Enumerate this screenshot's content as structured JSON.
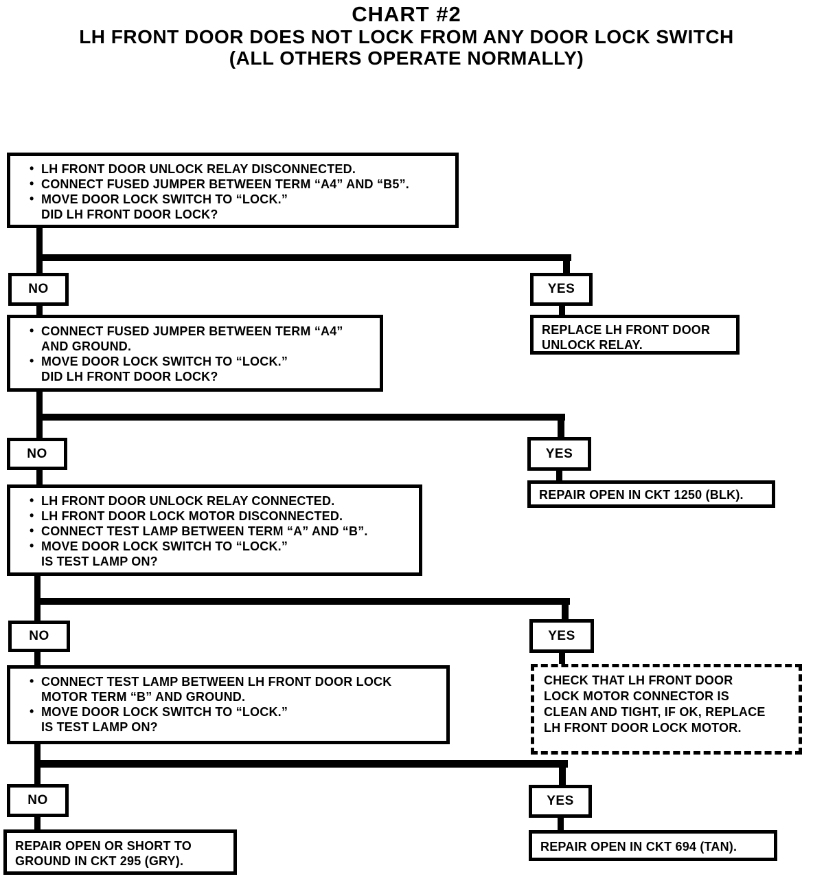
{
  "colors": {
    "ink": "#000000",
    "paper": "#ffffff"
  },
  "glyphs": {
    "bullet": "•"
  },
  "title": {
    "line1": "CHART #2",
    "line2": "LH FRONT DOOR DOES NOT LOCK FROM ANY DOOR LOCK SWITCH",
    "line3": "(ALL OTHERS OPERATE NORMALLY)"
  },
  "labels": {
    "no": "NO",
    "yes": "YES"
  },
  "flow": {
    "step1": {
      "lines": [
        "LH FRONT DOOR UNLOCK RELAY DISCONNECTED.",
        "CONNECT FUSED JUMPER BETWEEN TERM “A4” AND “B5”.",
        "MOVE DOOR LOCK SWITCH TO “LOCK.”"
      ],
      "question": "DID LH FRONT DOOR LOCK?"
    },
    "step2": {
      "lines": [
        "CONNECT FUSED JUMPER BETWEEN TERM “A4” AND GROUND.",
        "MOVE DOOR LOCK SWITCH TO “LOCK.”"
      ],
      "question": "DID LH FRONT DOOR LOCK?"
    },
    "step3": {
      "lines": [
        "LH FRONT DOOR UNLOCK RELAY CONNECTED.",
        "LH FRONT DOOR LOCK MOTOR DISCONNECTED.",
        "CONNECT TEST LAMP BETWEEN TERM “A” AND “B”.",
        "MOVE DOOR LOCK SWITCH TO “LOCK.”"
      ],
      "question": "IS TEST LAMP ON?"
    },
    "step4": {
      "lines": [
        "CONNECT TEST LAMP BETWEEN LH FRONT DOOR LOCK MOTOR TERM “B” AND GROUND.",
        "MOVE DOOR LOCK SWITCH TO “LOCK.”"
      ],
      "question": "IS TEST LAMP ON?"
    },
    "result_yes1": "REPLACE LH FRONT DOOR UNLOCK RELAY.",
    "result_yes2": "REPAIR OPEN IN CKT 1250 (BLK).",
    "result_yes3": "CHECK THAT LH FRONT DOOR LOCK MOTOR CONNECTOR IS CLEAN AND TIGHT, IF OK, REPLACE LH FRONT DOOR LOCK MOTOR.",
    "result_yes4": "REPAIR OPEN IN CKT 694 (TAN).",
    "result_no4": "REPAIR OPEN OR SHORT TO GROUND IN CKT 295 (GRY)."
  }
}
